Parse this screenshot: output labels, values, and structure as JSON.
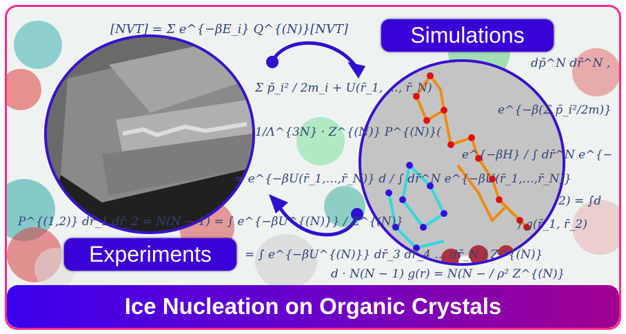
{
  "title": "Ice Nucleation on Organic Crystals",
  "labels": {
    "simulations": "Simulations",
    "experiments": "Experiments"
  },
  "equations": [
    "[NVT] = Σ e^{−βE_i} Q^{(N)}[NVT]",
    "dp̄^N dr̄^N ,",
    "Σ p̄_i² / 2m_i + U(r̄_1, …, r̄_N)",
    "e^{−β(Σ p̄_i²/2m)}",
    "1/Λ^{3N} · Z^{(N)} P^{(N)}(",
    "e^{−βH} / ∫ dr̄^N e^{−",
    "= e^{−βU(r̄_1,…,r̄_N)} d / ∫ dr̄^N e^{−βU(r̄_1,…,r̄_N)}",
    "2) = ∫d",
    "P^{(1,2)} dr̄_1 dr̄_2 = N(N − 1) = ∫ e^{−βU^{(N)}} / Z^{(N)}",
    ") g(r̄_1, r̄_2)",
    "= ∫ e^{−βU^{(N)}} dr̄_3 dr̄_4 … dr̄_N / Z^{(N)}",
    "d · N(N − 1) g(r) = N(N − / ρ² Z^{(N)}"
  ],
  "colors": {
    "frame": "#ff2a86",
    "label_bg": "#3a00d8",
    "banner_start": "#3c00ee",
    "banner_end": "#a0008e",
    "arrow": "#3a10d0"
  }
}
